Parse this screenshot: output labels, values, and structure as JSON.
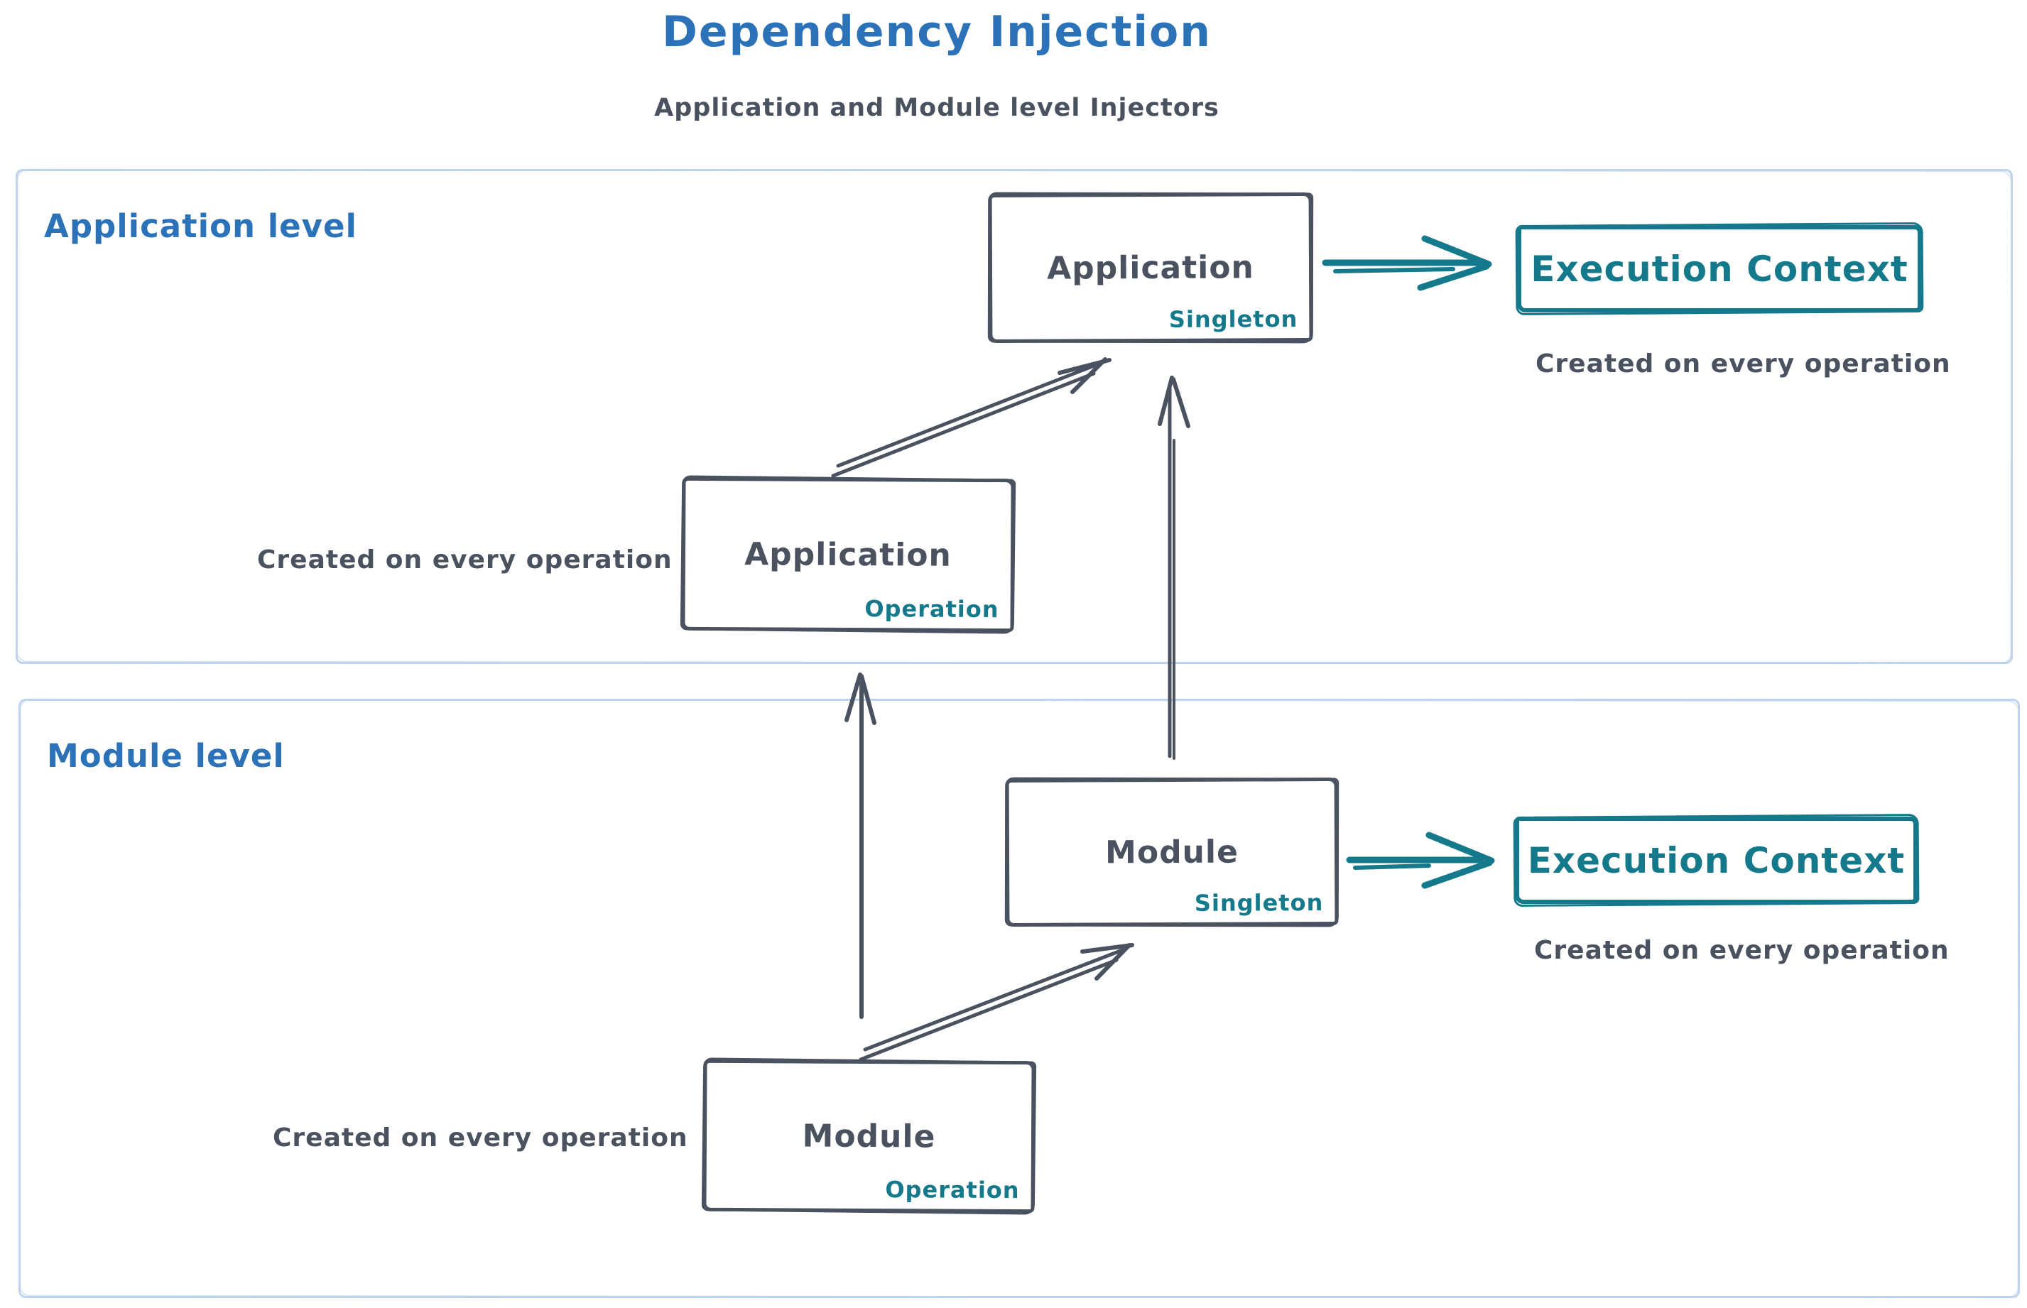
{
  "header": {
    "title": "Dependency Injection",
    "subtitle": "Application and Module level Injectors"
  },
  "sections": {
    "application": {
      "label": "Application level",
      "singleton": {
        "name": "Application",
        "scope": "Singleton"
      },
      "execution": {
        "name": "Execution Context",
        "caption": "Created on every operation"
      },
      "operation": {
        "name": "Application",
        "scope": "Operation",
        "caption": "Created on every operation"
      }
    },
    "module": {
      "label": "Module level",
      "singleton": {
        "name": "Module",
        "scope": "Singleton"
      },
      "execution": {
        "name": "Execution Context",
        "caption": "Created on every operation"
      },
      "operation": {
        "name": "Module",
        "scope": "Operation",
        "caption": "Created on every operation"
      }
    }
  },
  "arrows": [
    {
      "from": "application-operation",
      "to": "application-singleton",
      "color": "#4a5260"
    },
    {
      "from": "application-singleton",
      "to": "application-execution-context",
      "color": "#15798c"
    },
    {
      "from": "module-singleton",
      "to": "application-singleton",
      "color": "#4a5260"
    },
    {
      "from": "module-operation",
      "to": "application-operation",
      "color": "#4a5260"
    },
    {
      "from": "module-operation",
      "to": "module-singleton",
      "color": "#4a5260"
    },
    {
      "from": "module-singleton",
      "to": "module-execution-context",
      "color": "#15798c"
    }
  ],
  "colors": {
    "title_blue": "#2b72b8",
    "ink_slate": "#4a5260",
    "teal": "#15798c",
    "section_border": "#bfd3ea",
    "background": "#ffffff"
  }
}
